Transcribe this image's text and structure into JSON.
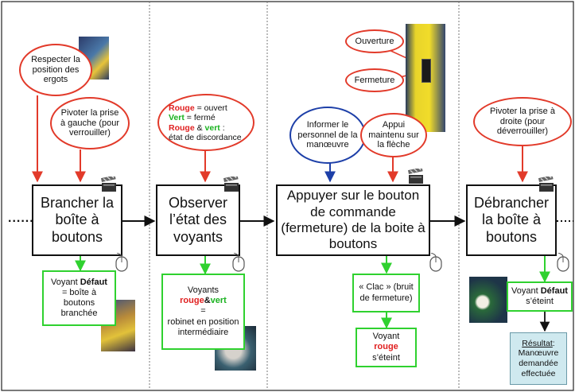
{
  "dividers": "dotted-vertical",
  "colors": {
    "red": "#e23a2a",
    "blue": "#1d3fa8",
    "green": "#2fd12f",
    "final_bg": "#cfe9ef"
  },
  "left_dots": "......",
  "col1": {
    "ellipse_top": "Respecter la position des ergots",
    "ellipse_mid": "Pivoter la prise à gauche (pour verrouiller)",
    "step": "Brancher la boîte à boutons",
    "result": {
      "pre": "Voyant ",
      "bold": "Défaut",
      "post": "= boîte à boutons branchée"
    }
  },
  "col2": {
    "legend": {
      "l1_red": "Rouge",
      "l1_rest": " = ouvert",
      "l2_green": "Vert",
      "l2_rest": " = fermé",
      "l3_red": "Rouge",
      "l3_amp": " & ",
      "l3_green": "vert",
      "l3_rest": " :",
      "l4": "état de discordance"
    },
    "step": "Observer l’état des voyants",
    "result": {
      "l1": "Voyants",
      "red": "rouge",
      "amp": "&",
      "green": "vert",
      "eq": "=",
      "rest": "robinet en position intermédiaire"
    }
  },
  "col3": {
    "ellipse_open": "Ouverture",
    "ellipse_close": "Fermeture",
    "ellipse_inform": "Informer le personnel de la manœuvre",
    "ellipse_press": "Appui maintenu sur la flèche",
    "step": "Appuyer sur le bouton de commande (fermeture) de la boite à boutons",
    "result1": "« Clac » (bruit de fermeture)",
    "result2": {
      "l1": "Voyant",
      "red": "rouge",
      "l3": "s’éteint"
    }
  },
  "col4": {
    "ellipse": "Pivoter la prise à droite (pour déverrouiller)",
    "step": "Débrancher la boîte à boutons",
    "result": {
      "pre": "Voyant ",
      "bold": "Défaut",
      "post": "s’éteint"
    },
    "final": {
      "label": "Résultat",
      "colon": ":",
      "text": "Manœuvre demandée effectuée"
    }
  },
  "icons": [
    "clapperboard-icon",
    "mouse-icon"
  ]
}
